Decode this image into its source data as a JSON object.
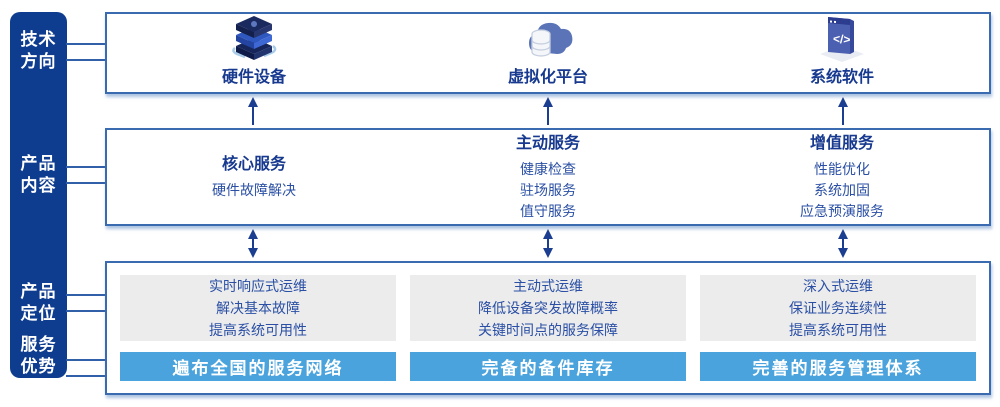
{
  "colors": {
    "sidebar_blue": "#0E3C8F",
    "box_border_blue": "#3A6AB0",
    "arrow_navy": "#1B3E91",
    "header_navy": "#17398F",
    "body_text_blue": "#2A4FA4",
    "panel_gray": "#ECECED",
    "bar_blue": "#4AA3DC"
  },
  "sidebar": {
    "labels": [
      {
        "line1": "技术",
        "line2": "方向"
      },
      {
        "line1": "产品",
        "line2": "内容"
      },
      {
        "line1": "产品",
        "line2": "定位"
      },
      {
        "line1": "服务",
        "line2": "优势"
      }
    ]
  },
  "tech_row": {
    "items": [
      {
        "icon": "server-stack-icon",
        "label": "硬件设备"
      },
      {
        "icon": "cloud-database-icon",
        "label": "虚拟化平台"
      },
      {
        "icon": "code-window-icon",
        "label": "系统软件"
      }
    ]
  },
  "content_row": {
    "columns": [
      {
        "header": "核心服务",
        "items": [
          "硬件故障解决"
        ]
      },
      {
        "header": "主动服务",
        "items": [
          "健康检查",
          "驻场服务",
          "值守服务"
        ]
      },
      {
        "header": "增值服务",
        "items": [
          "性能优化",
          "系统加固",
          "应急预演服务"
        ]
      }
    ]
  },
  "position_row": {
    "columns": [
      {
        "lines": [
          "实时响应式运维",
          "解决基本故障",
          "提高系统可用性"
        ],
        "bar": "遍布全国的服务网络"
      },
      {
        "lines": [
          "主动式运维",
          "降低设备突发故障概率",
          "关键时间点的服务保障"
        ],
        "bar": "完备的备件库存"
      },
      {
        "lines": [
          "深入式运维",
          "保证业务连续性",
          "提高系统可用性"
        ],
        "bar": "完善的服务管理体系"
      }
    ]
  }
}
